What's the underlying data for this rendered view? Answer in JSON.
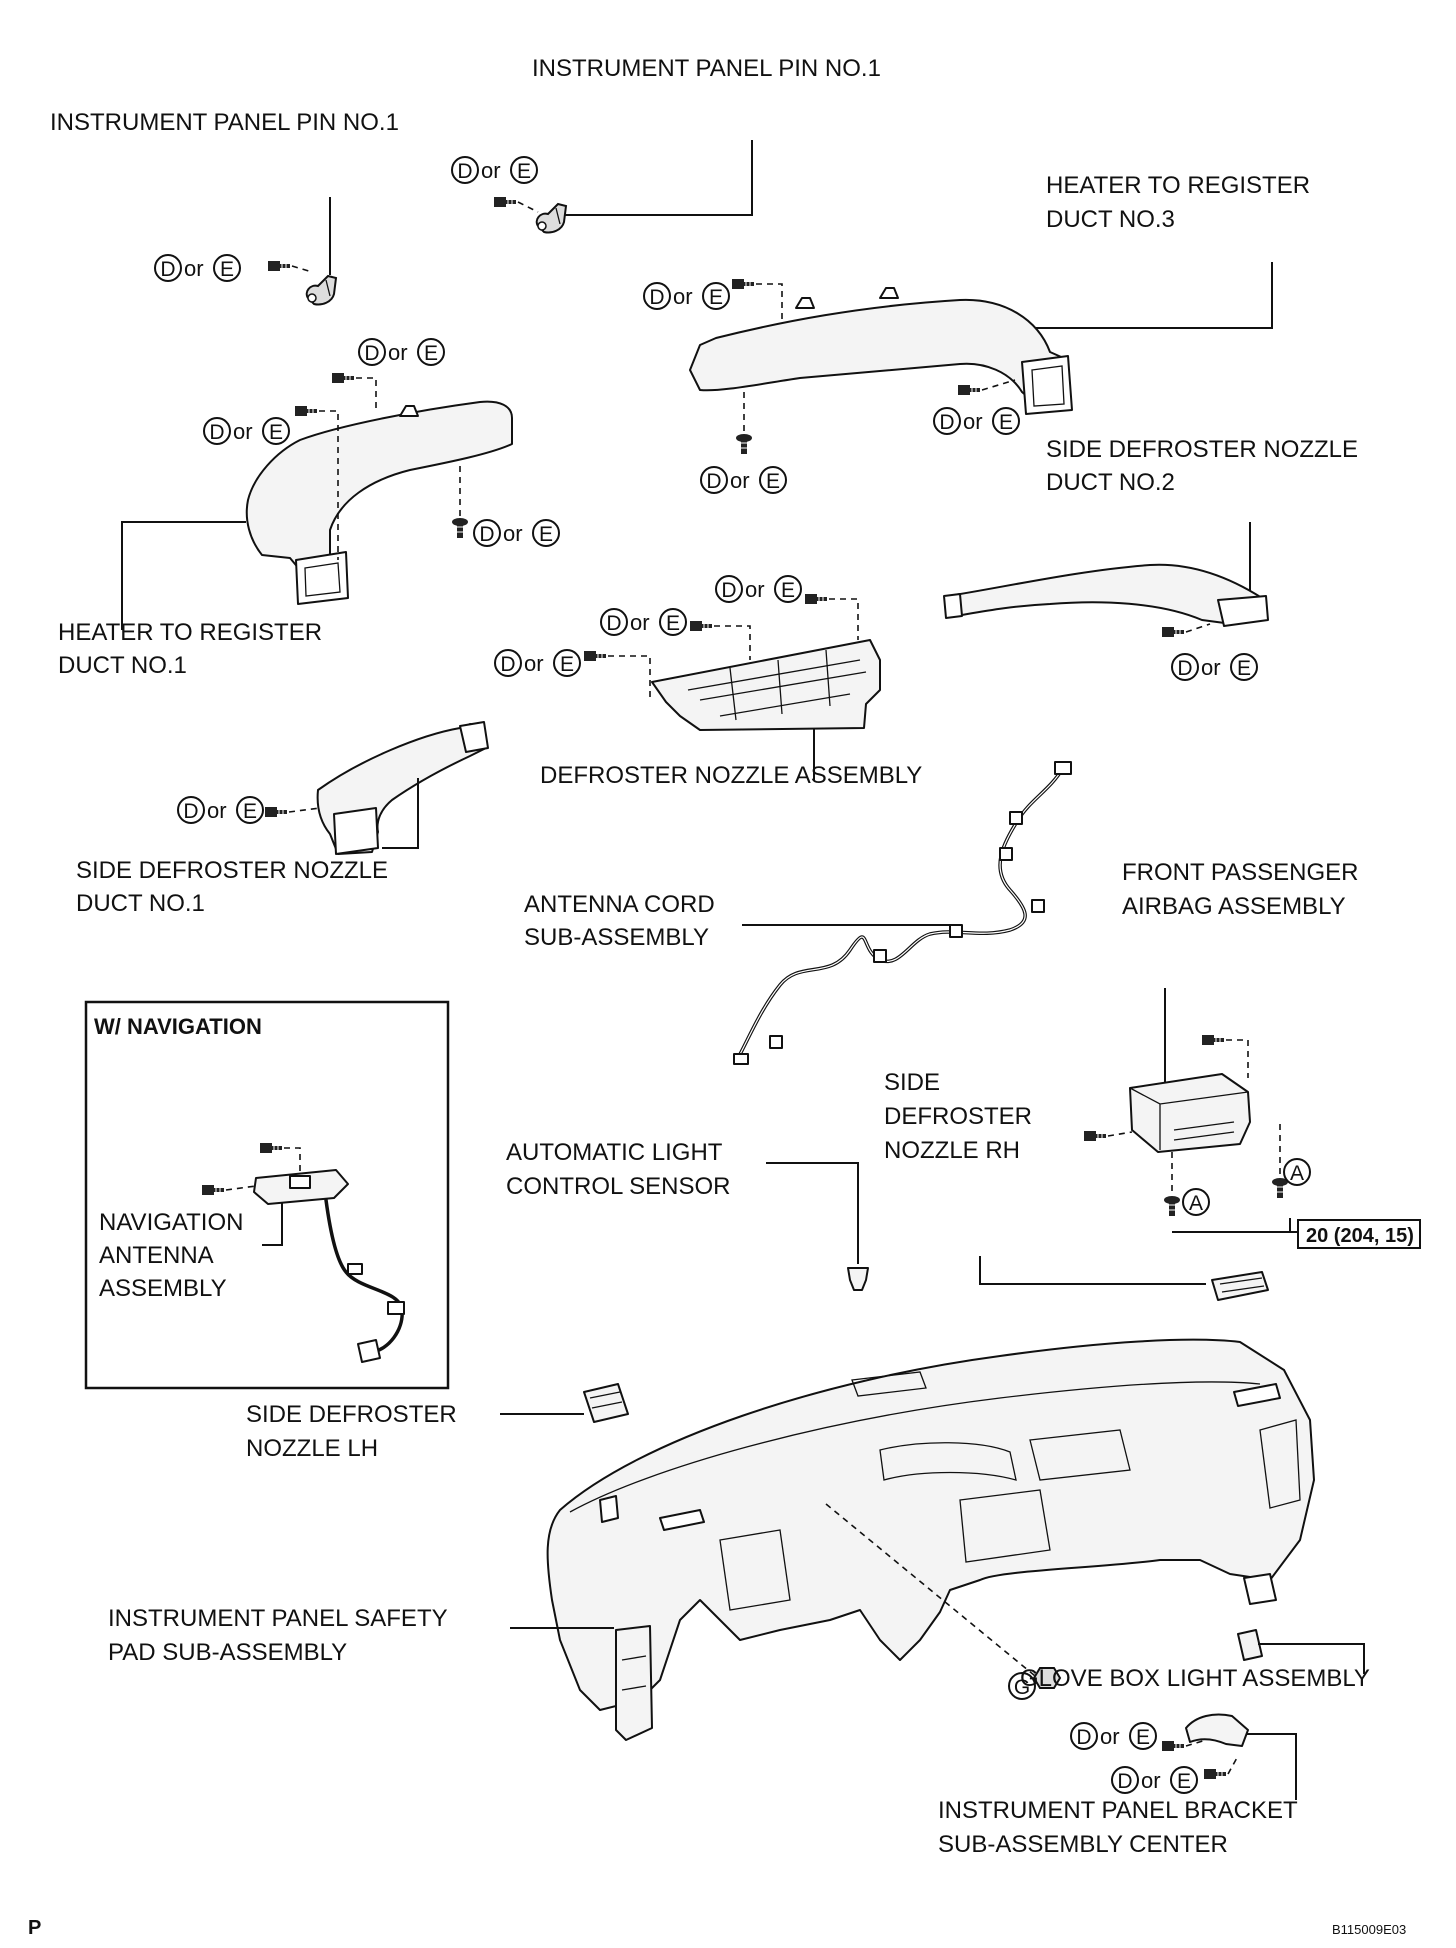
{
  "labels": {
    "pin_top": "INSTRUMENT PANEL PIN NO.1",
    "pin_left": "INSTRUMENT PANEL PIN NO.1",
    "duct3_l1": "HEATER TO REGISTER",
    "duct3_l2": "DUCT NO.3",
    "side_duct2_l1": "SIDE DEFROSTER NOZZLE",
    "side_duct2_l2": "DUCT NO.2",
    "duct1_l1": "HEATER TO REGISTER",
    "duct1_l2": "DUCT NO.1",
    "defroster_nozzle": "DEFROSTER NOZZLE ASSEMBLY",
    "side_duct1_l1": "SIDE DEFROSTER NOZZLE",
    "side_duct1_l2": "DUCT NO.1",
    "antenna_cord_l1": "ANTENNA CORD",
    "antenna_cord_l2": "SUB-ASSEMBLY",
    "airbag_l1": "FRONT PASSENGER",
    "airbag_l2": "AIRBAG ASSEMBLY",
    "nav_box_title": "W/ NAVIGATION",
    "nav_antenna_l1": "NAVIGATION",
    "nav_antenna_l2": "ANTENNA",
    "nav_antenna_l3": "ASSEMBLY",
    "light_sensor_l1": "AUTOMATIC LIGHT",
    "light_sensor_l2": "CONTROL SENSOR",
    "side_rh_l1": "SIDE",
    "side_rh_l2": "DEFROSTER",
    "side_rh_l3": "NOZZLE RH",
    "torque_spec": "20 (204, 15)",
    "side_lh_l1": "SIDE DEFROSTER",
    "side_lh_l2": "NOZZLE LH",
    "safety_pad_l1": "INSTRUMENT PANEL SAFETY",
    "safety_pad_l2": "PAD SUB-ASSEMBLY",
    "glove_light": "GLOVE BOX LIGHT ASSEMBLY",
    "bracket_l1": "INSTRUMENT PANEL BRACKET",
    "bracket_l2": "SUB-ASSEMBLY CENTER",
    "corner_left": "P",
    "figure_code": "B115009E03"
  },
  "fastener": {
    "d": "D",
    "or": "or",
    "e": "E",
    "a": "A",
    "g": "G"
  }
}
